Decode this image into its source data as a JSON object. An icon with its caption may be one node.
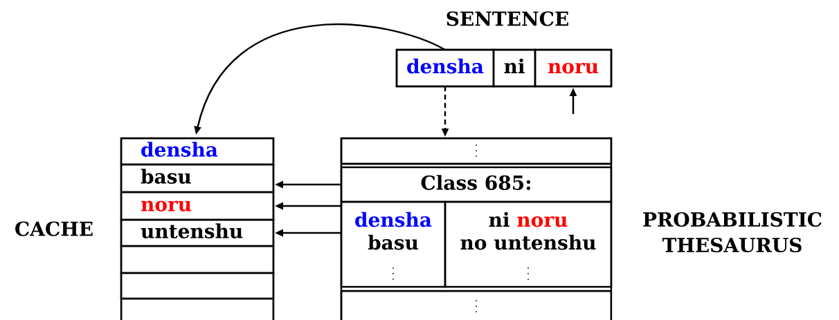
{
  "diagram": {
    "nodes": [
      {
        "text": [
          "CACHE"
        ]
      },
      {
        "text": [
          "densha"
        ],
        "in": 0
      },
      {
        "text": [
          "basu"
        ],
        "in": 0
      },
      {
        "text": [
          "noru"
        ],
        "in": 0
      },
      {
        "text": [
          "untenshu"
        ],
        "in": 0
      },
      {
        "text": [],
        "shape": "box",
        "in": 0
      },
      {
        "text": [],
        "shape": "box",
        "in": 0
      },
      {
        "text": [],
        "shape": "box",
        "in": 0
      },
      {
        "text": [
          "SENTENCE"
        ]
      },
      {
        "text": [
          "densha"
        ],
        "in": 8
      },
      {
        "text": [
          "ni"
        ],
        "in": 8
      },
      {
        "text": [
          "noru"
        ],
        "in": 8
      },
      {
        "text": [
          "PROBABILISTIC THESAURUS"
        ]
      },
      {
        "text": [],
        "shape": "box",
        "in": 12
      },
      {
        "text": [
          "Class 685:"
        ],
        "in": 12
      },
      {
        "text": [
          "densha",
          "basu"
        ],
        "in": 12
      },
      {
        "text": [
          "ni",
          "noru",
          "no untenshu"
        ],
        "in": 12
      },
      {
        "text": [],
        "shape": "box",
        "in": 12
      }
    ],
    "edges": [
      {
        "from": 9,
        "to": 1,
        "arrow": "to"
      },
      {
        "from": 9,
        "to": 13,
        "arrow": "to",
        "style": "dashed"
      },
      {
        "from": null,
        "to": 11,
        "arrow": "to"
      },
      {
        "from": 14,
        "to": 2,
        "arrow": "to"
      },
      {
        "from": 15,
        "to": 3,
        "arrow": "to"
      },
      {
        "from": 15,
        "to": 4,
        "arrow": "to"
      }
    ]
  }
}
